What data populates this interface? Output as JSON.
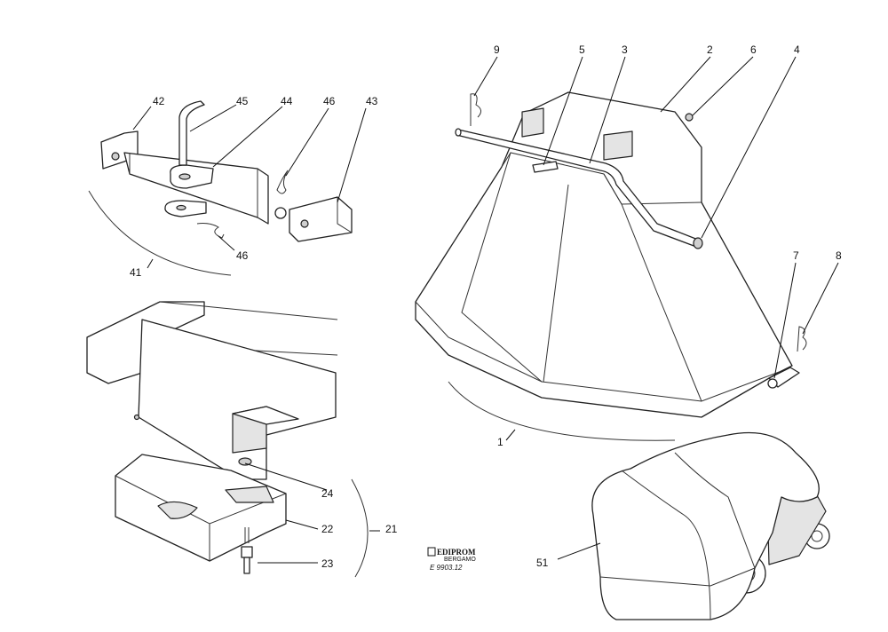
{
  "callouts": {
    "c1": "1",
    "c2": "2",
    "c3": "3",
    "c4": "4",
    "c5": "5",
    "c6": "6",
    "c7": "7",
    "c8": "8",
    "c9": "9",
    "c21": "21",
    "c22": "22",
    "c23": "23",
    "c24": "24",
    "c41": "41",
    "c42": "42",
    "c43": "43",
    "c44": "44",
    "c45": "45",
    "c46a": "46",
    "c46b": "46",
    "c51": "51"
  },
  "stamp": {
    "brand": "EDIPROM",
    "subbrand": "BERGAMO",
    "code": "E 9903.12"
  }
}
